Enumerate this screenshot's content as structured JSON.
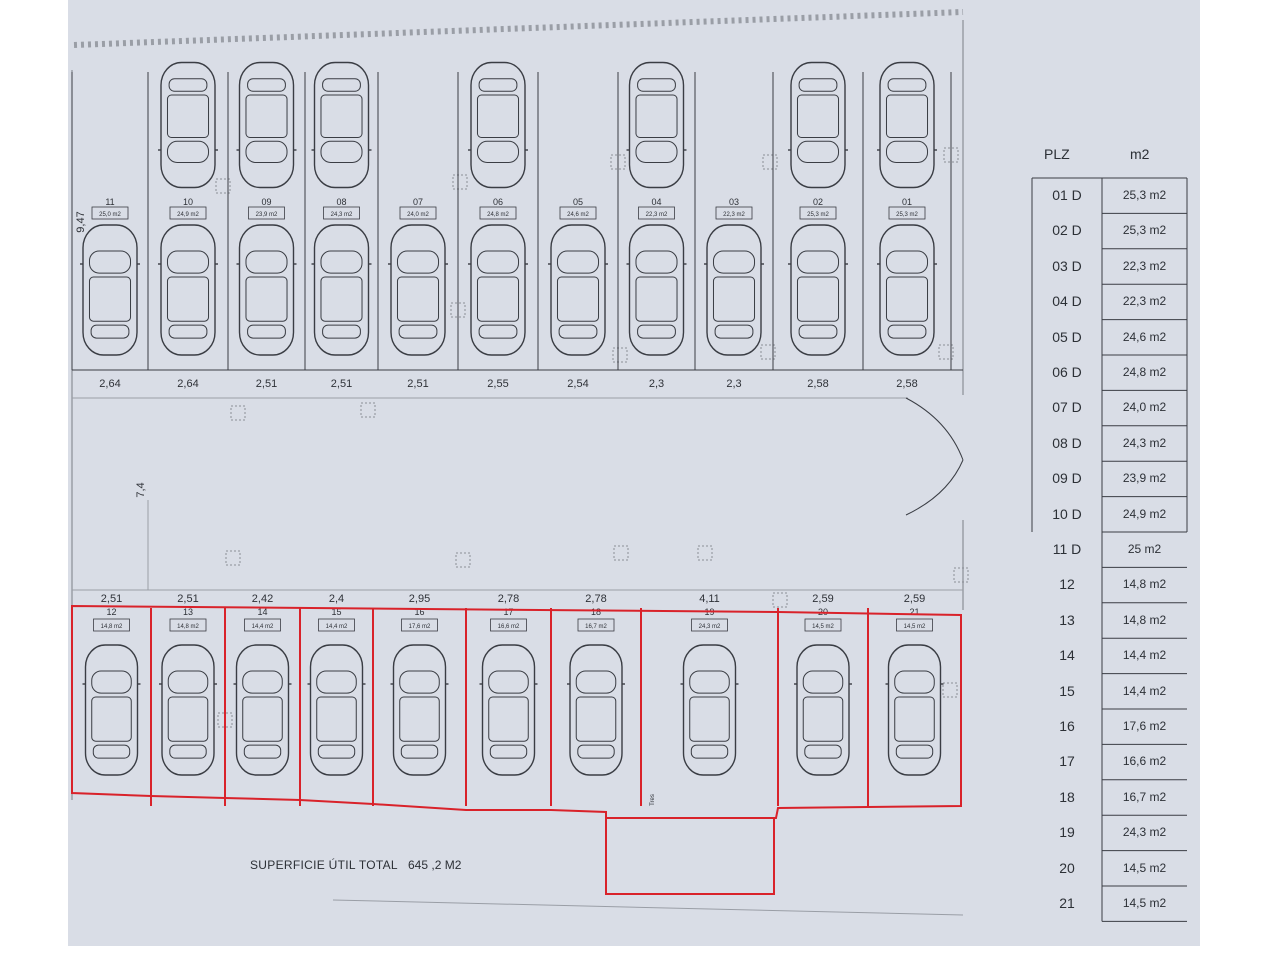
{
  "plan": {
    "total_label": "SUPERFICIE ÚTIL TOTAL",
    "total_value": "645 ,2 M2",
    "depth_top": "9,47",
    "aisle_width": "7,4",
    "top_dims": [
      "2,64",
      "2,64",
      "2,51",
      "2,51",
      "2,51",
      "2,55",
      "2,54",
      "2,3",
      "2,3",
      "2,58",
      "2,58"
    ],
    "bottom_dims": [
      "2,51",
      "2,51",
      "2,42",
      "2,4",
      "2,95",
      "2,78",
      "2,78",
      "4,11",
      "2,59",
      "2,59"
    ],
    "trastero_label": "Tres",
    "colors": {
      "paper": "#d9dde6",
      "ink": "#3a3d44",
      "highlight": "#d9222a"
    }
  },
  "top_spaces": [
    {
      "num": "11",
      "area": "25,0 m2"
    },
    {
      "num": "10",
      "area": "24,9 m2"
    },
    {
      "num": "09",
      "area": "23,9 m2"
    },
    {
      "num": "08",
      "area": "24,3 m2"
    },
    {
      "num": "07",
      "area": "24,0 m2"
    },
    {
      "num": "06",
      "area": "24,8 m2"
    },
    {
      "num": "05",
      "area": "24,6 m2"
    },
    {
      "num": "04",
      "area": "22,3 m2"
    },
    {
      "num": "03",
      "area": "22,3 m2"
    },
    {
      "num": "02",
      "area": "25,3 m2"
    },
    {
      "num": "01",
      "area": "25,3 m2"
    }
  ],
  "bottom_spaces": [
    {
      "num": "12",
      "area": "14,8 m2"
    },
    {
      "num": "13",
      "area": "14,8 m2"
    },
    {
      "num": "14",
      "area": "14,4 m2"
    },
    {
      "num": "15",
      "area": "14,4 m2"
    },
    {
      "num": "16",
      "area": "17,6 m2"
    },
    {
      "num": "17",
      "area": "16,6 m2"
    },
    {
      "num": "18",
      "area": "16,7 m2"
    },
    {
      "num": "19",
      "area": "24,3 m2"
    },
    {
      "num": "20",
      "area": "14,5 m2"
    },
    {
      "num": "21",
      "area": "14,5 m2"
    }
  ],
  "table": {
    "header_plz": "PLZ",
    "header_m2": "m2",
    "rows": [
      {
        "plz": "01 D",
        "m2": "25,3 m2"
      },
      {
        "plz": "02 D",
        "m2": "25,3 m2"
      },
      {
        "plz": "03 D",
        "m2": "22,3 m2"
      },
      {
        "plz": "04 D",
        "m2": "22,3 m2"
      },
      {
        "plz": "05 D",
        "m2": "24,6 m2"
      },
      {
        "plz": "06 D",
        "m2": "24,8 m2"
      },
      {
        "plz": "07 D",
        "m2": "24,0 m2"
      },
      {
        "plz": "08 D",
        "m2": "24,3 m2"
      },
      {
        "plz": "09 D",
        "m2": "23,9 m2"
      },
      {
        "plz": "10 D",
        "m2": "24,9 m2"
      },
      {
        "plz": "11 D",
        "m2": "25 m2"
      },
      {
        "plz": "12",
        "m2": "14,8 m2"
      },
      {
        "plz": "13",
        "m2": "14,8 m2"
      },
      {
        "plz": "14",
        "m2": "14,4 m2"
      },
      {
        "plz": "15",
        "m2": "14,4 m2"
      },
      {
        "plz": "16",
        "m2": "17,6 m2"
      },
      {
        "plz": "17",
        "m2": "16,6 m2"
      },
      {
        "plz": "18",
        "m2": "16,7 m2"
      },
      {
        "plz": "19",
        "m2": "24,3 m2"
      },
      {
        "plz": "20",
        "m2": "14,5 m2"
      },
      {
        "plz": "21",
        "m2": "14,5 m2"
      }
    ]
  }
}
